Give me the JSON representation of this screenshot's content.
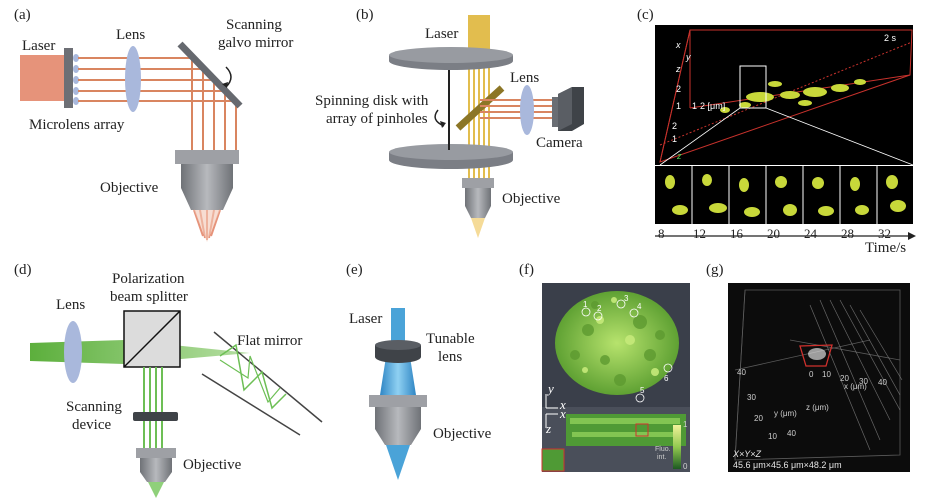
{
  "panels": {
    "a": {
      "letter": "(a)",
      "laser": "Laser",
      "lens": "Lens",
      "mirror_line1": "Scanning",
      "mirror_line2": "galvo mirror",
      "microlens": "Microlens array",
      "objective": "Objective"
    },
    "b": {
      "letter": "(b)",
      "laser": "Laser",
      "disk_line1": "Spinning disk with",
      "disk_line2": "array of pinholes",
      "lens": "Lens",
      "camera": "Camera",
      "objective": "Objective"
    },
    "c": {
      "letter": "(c)",
      "time_stamp": "2 s",
      "axis_ticks": [
        "2",
        "1",
        "2",
        "1",
        "1",
        "2 [μm]"
      ],
      "axis_letters": [
        "x",
        "y",
        "z",
        "z"
      ],
      "frame_times": [
        "8",
        "12",
        "16",
        "20",
        "24",
        "28",
        "32"
      ],
      "time_axis_label": "Time/s"
    },
    "d": {
      "letter": "(d)",
      "lens": "Lens",
      "splitter_line1": "Polarization",
      "splitter_line2": "beam splitter",
      "flat_mirror": "Flat mirror",
      "scanning_line1": "Scanning",
      "scanning_line2": "device",
      "objective": "Objective"
    },
    "e": {
      "letter": "(e)",
      "laser": "Laser",
      "tunable_line1": "Tunable",
      "tunable_line2": "lens",
      "objective": "Objective"
    },
    "f": {
      "letter": "(f)",
      "cell_marks": [
        "1",
        "2",
        "3",
        "4",
        "5",
        "6"
      ],
      "axis_y": "y",
      "axis_x1": "x",
      "axis_x2": "x",
      "axis_z": "z",
      "colorbar_top": "1",
      "colorbar_bottom": "0",
      "colorbar_label_line1": "Fluo.",
      "colorbar_label_line2": "int."
    },
    "g": {
      "letter": "(g)",
      "ticks_left": [
        "40",
        "30",
        "20",
        "10",
        "40"
      ],
      "ticks_mid": [
        "0",
        "10",
        "20",
        "30",
        "40"
      ],
      "axis_y_label": "y (μm)",
      "axis_z_label": "z (μm)",
      "axis_x_label": "x (μm)",
      "dims_line1": "X×Y×Z",
      "dims_line2": "45.6 μm×45.6 μm×48.2 μm"
    }
  },
  "colors": {
    "laser_salmon": "#e6937a",
    "beam_orange": "#d98560",
    "optic_blue": "#a9b8dc",
    "metal_gray": "#8a8a8f",
    "dark_gray": "#595d63",
    "disk_gray": "#7b7e85",
    "laser_yellow": "#e2bd4e",
    "mirror_olive": "#8c7626",
    "green_beam": "#6dbf55",
    "laser_cyan": "#4aa3d8",
    "cell_green": "#7fc842",
    "bbox_red": "#d0312d"
  }
}
